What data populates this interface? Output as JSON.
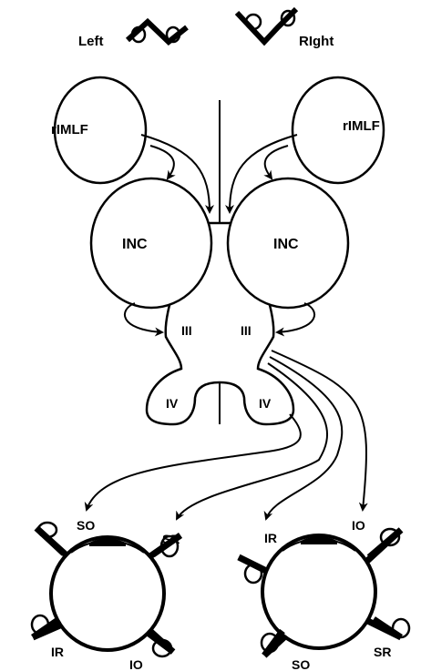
{
  "labels": {
    "left": "Left",
    "right": "RIght",
    "rimlf_left": "rIMLF",
    "rimlf_right": "rIMLF",
    "inc_left": "INC",
    "inc_right": "INC",
    "iii_left": "III",
    "iii_right": "III",
    "iv_left": "IV",
    "iv_right": "IV",
    "so_top_left": "SO",
    "sr_top_left": "SR",
    "ir_bottom_left": "IR",
    "io_bottom_left": "IO",
    "ir_top_right": "IR",
    "io_top_right": "IO",
    "so_bottom_right": "SO",
    "sr_bottom_right": "SR"
  }
}
